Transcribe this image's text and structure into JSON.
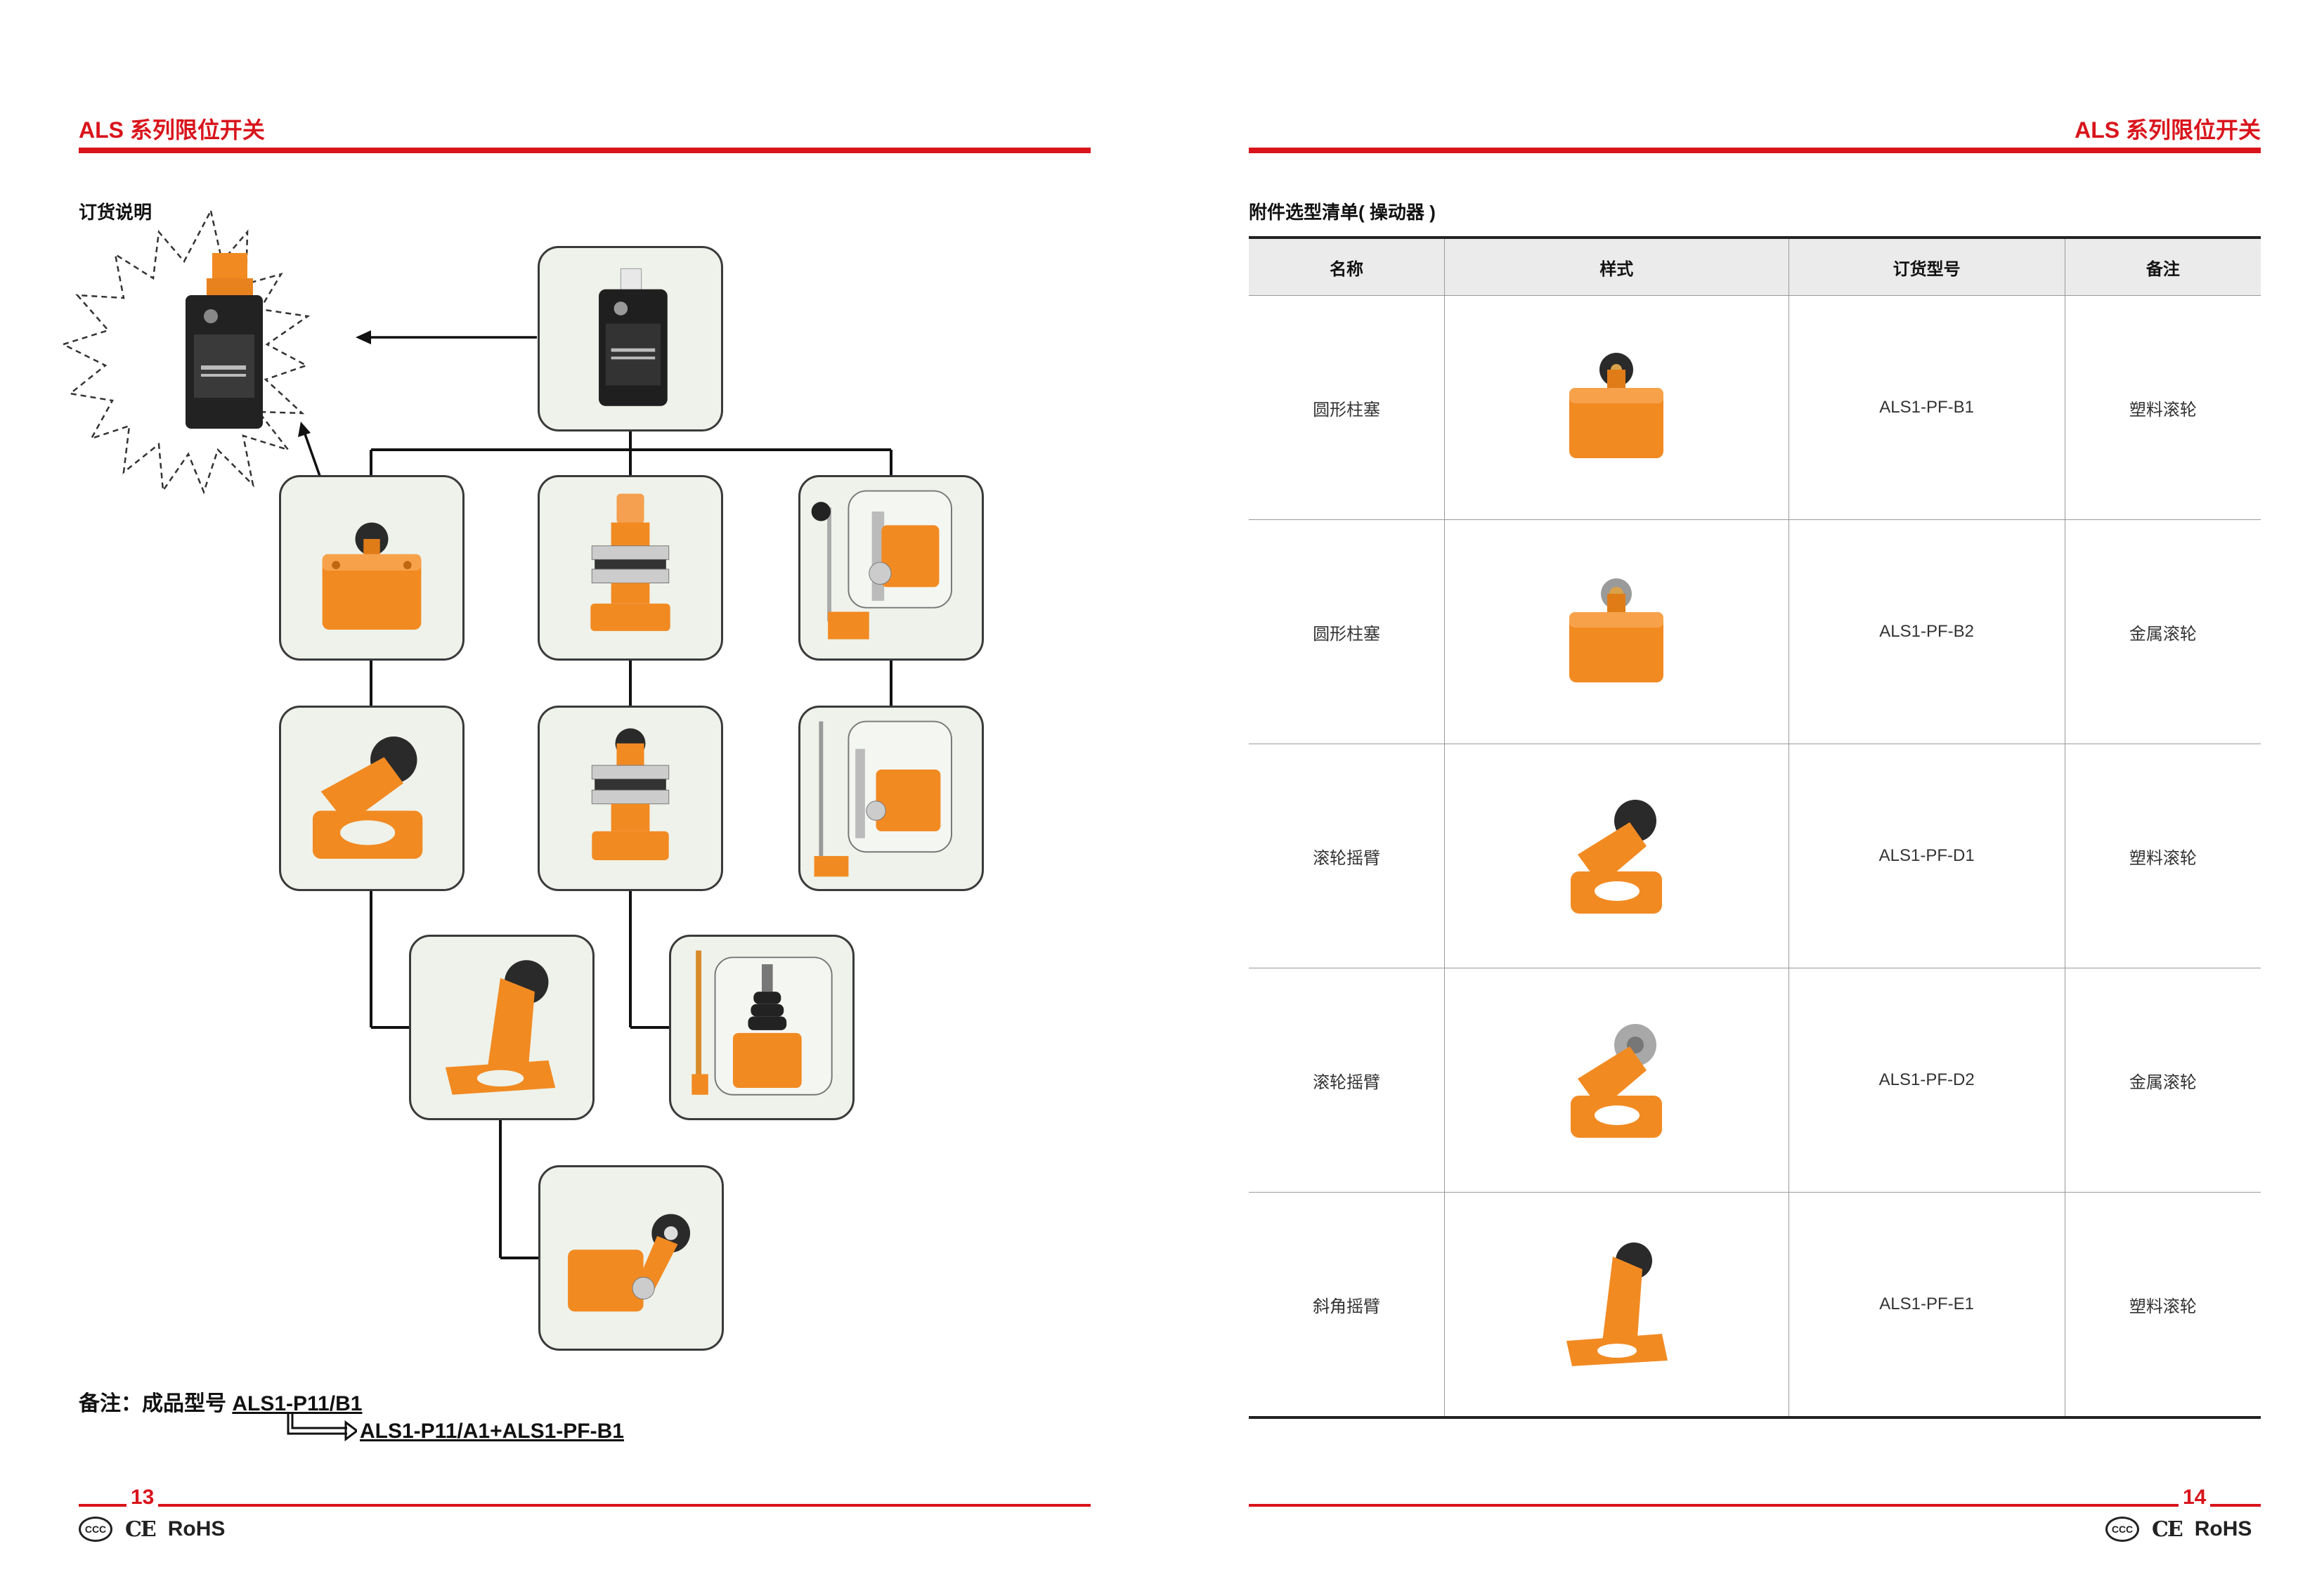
{
  "left_page": {
    "header_title": "ALS 系列限位开关",
    "section_title": "订货说明",
    "note_prefix": "备注：成品型号 ",
    "note_model": "ALS1-P11/B1",
    "note_result": "ALS1-P11/A1+ALS1-PF-B1",
    "page_number": "13",
    "cert_ccc": "CCC",
    "cert_ce": "CE",
    "cert_rohs": "RoHS"
  },
  "right_page": {
    "header_title": "ALS 系列限位开关",
    "section_title": "附件选型清单( 操动器 )",
    "page_number": "14",
    "cert_ccc": "CCC",
    "cert_ce": "CE",
    "cert_rohs": "RoHS",
    "table": {
      "headers": [
        "名称",
        "样式",
        "订货型号",
        "备注"
      ],
      "rows": [
        {
          "name": "圆形柱塞",
          "model": "ALS1-PF-B1",
          "remark": "塑料滚轮",
          "icon": "square-head-roller-icon"
        },
        {
          "name": "圆形柱塞",
          "model": "ALS1-PF-B2",
          "remark": "金属滚轮",
          "icon": "square-head-metal-roller-icon"
        },
        {
          "name": "滚轮摇臂",
          "model": "ALS1-PF-D1",
          "remark": "塑料滚轮",
          "icon": "roller-lever-icon"
        },
        {
          "name": "滚轮摇臂",
          "model": "ALS1-PF-D2",
          "remark": "金属滚轮",
          "icon": "metal-roller-lever-icon"
        },
        {
          "name": "斜角摇臂",
          "model": "ALS1-PF-E1",
          "remark": "塑料滚轮",
          "icon": "angled-lever-icon"
        }
      ]
    }
  },
  "colors": {
    "accent_red": "#d9141c",
    "actuator_orange": "#f28a22",
    "node_bg": "#eef2ea"
  }
}
